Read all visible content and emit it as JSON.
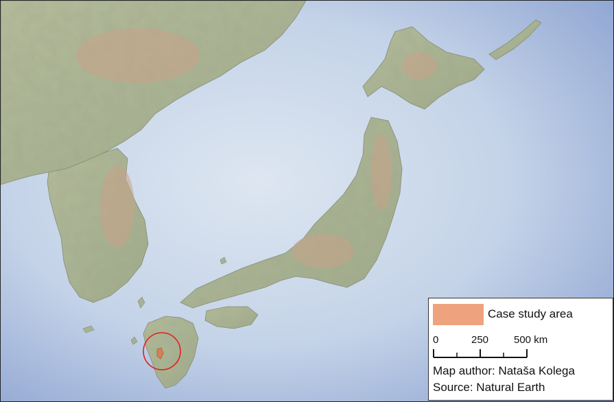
{
  "legend": {
    "case_label": "Case study area",
    "case_color": "#eea27d",
    "scale": {
      "labels": [
        "0",
        "250",
        "500 km"
      ]
    },
    "author": "Map author: Nataša Kolega",
    "source": "Source: Natural Earth"
  },
  "colors": {
    "sea": "#b8cbe2",
    "sea_deep": "#9ab0d6",
    "land": "#a9b590",
    "highland": "#c9a289",
    "circle": "#e02020"
  }
}
